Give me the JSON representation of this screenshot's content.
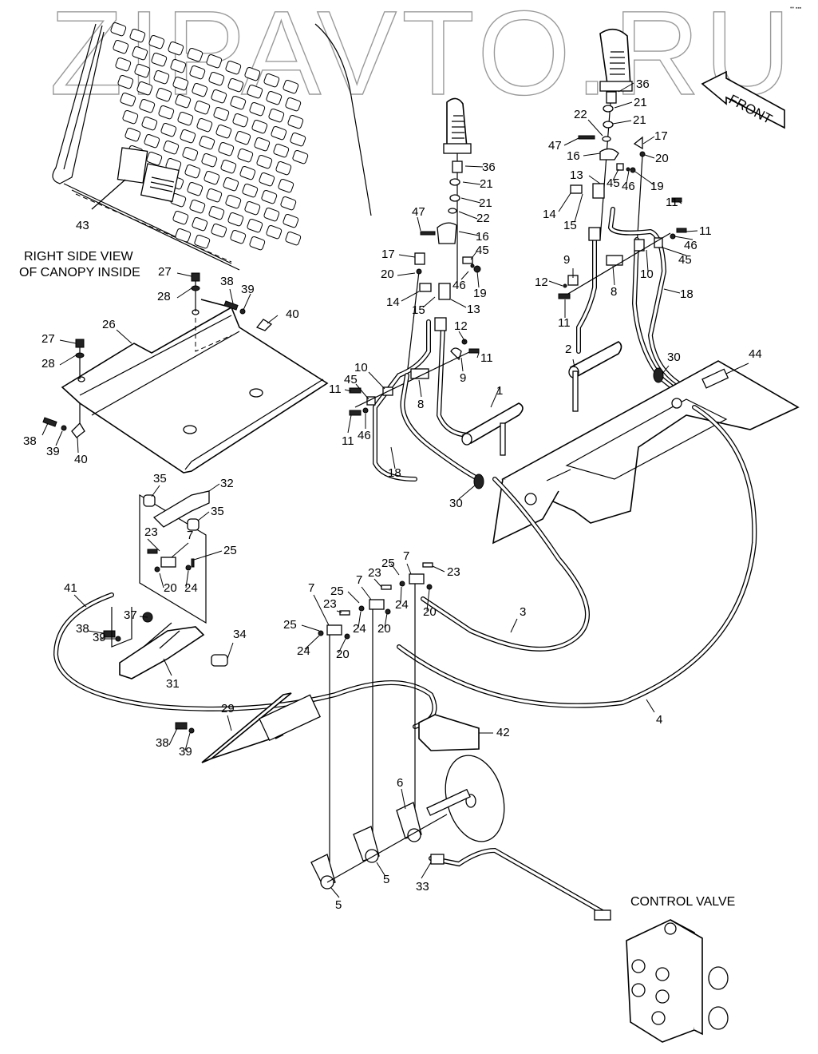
{
  "watermark": "ZIPAVTO.RU",
  "corner_mark": "•• ▪▪▪",
  "captions": {
    "canopy_view": [
      "RIGHT SIDE VIEW",
      "OF CANOPY INSIDE"
    ],
    "control_valve": "CONTROL VALVE",
    "front_arrow": "FRONT"
  },
  "callouts": [
    {
      "id": "c43a",
      "text": "43"
    },
    {
      "id": "c27a",
      "text": "27"
    },
    {
      "id": "c28a",
      "text": "28"
    },
    {
      "id": "c38a",
      "text": "38"
    },
    {
      "id": "c39a",
      "text": "39"
    },
    {
      "id": "c40a",
      "text": "40"
    },
    {
      "id": "c26",
      "text": "26"
    },
    {
      "id": "c27b",
      "text": "27"
    },
    {
      "id": "c28b",
      "text": "28"
    },
    {
      "id": "c38b",
      "text": "38"
    },
    {
      "id": "c39b",
      "text": "39"
    },
    {
      "id": "c40b",
      "text": "40"
    },
    {
      "id": "c36a",
      "text": "36"
    },
    {
      "id": "c21a",
      "text": "21"
    },
    {
      "id": "c21b",
      "text": "21"
    },
    {
      "id": "c22a",
      "text": "22"
    },
    {
      "id": "c47a",
      "text": "47"
    },
    {
      "id": "c16a",
      "text": "16"
    },
    {
      "id": "c17a",
      "text": "17"
    },
    {
      "id": "c45a",
      "text": "45"
    },
    {
      "id": "c20a",
      "text": "20"
    },
    {
      "id": "c46a",
      "text": "46"
    },
    {
      "id": "c19a",
      "text": "19"
    },
    {
      "id": "c14a",
      "text": "14"
    },
    {
      "id": "c15a",
      "text": "15"
    },
    {
      "id": "c13a",
      "text": "13"
    },
    {
      "id": "c12a",
      "text": "12"
    },
    {
      "id": "c11a",
      "text": "11"
    },
    {
      "id": "c9a",
      "text": "9"
    },
    {
      "id": "c10a",
      "text": "10"
    },
    {
      "id": "c45b",
      "text": "45"
    },
    {
      "id": "c8a",
      "text": "8"
    },
    {
      "id": "c11b",
      "text": "11"
    },
    {
      "id": "c11c",
      "text": "11"
    },
    {
      "id": "c46b",
      "text": "46"
    },
    {
      "id": "c1",
      "text": "1"
    },
    {
      "id": "c18a",
      "text": "18"
    },
    {
      "id": "c30a",
      "text": "30"
    },
    {
      "id": "c36b",
      "text": "36"
    },
    {
      "id": "c21c",
      "text": "21"
    },
    {
      "id": "c21d",
      "text": "21"
    },
    {
      "id": "c22b",
      "text": "22"
    },
    {
      "id": "c47b",
      "text": "47"
    },
    {
      "id": "c16b",
      "text": "16"
    },
    {
      "id": "c17b",
      "text": "17"
    },
    {
      "id": "c20b",
      "text": "20"
    },
    {
      "id": "c13b",
      "text": "13"
    },
    {
      "id": "c45c",
      "text": "45"
    },
    {
      "id": "c46c",
      "text": "46"
    },
    {
      "id": "c19b",
      "text": "19"
    },
    {
      "id": "c14b",
      "text": "14"
    },
    {
      "id": "c15b",
      "text": "15"
    },
    {
      "id": "c11d",
      "text": "11"
    },
    {
      "id": "c11e",
      "text": "11"
    },
    {
      "id": "c46d",
      "text": "46"
    },
    {
      "id": "c45d",
      "text": "45"
    },
    {
      "id": "c9b",
      "text": "9"
    },
    {
      "id": "c12b",
      "text": "12"
    },
    {
      "id": "c11f",
      "text": "11"
    },
    {
      "id": "c8b",
      "text": "8"
    },
    {
      "id": "c10b",
      "text": "10"
    },
    {
      "id": "c18b",
      "text": "18"
    },
    {
      "id": "c2",
      "text": "2"
    },
    {
      "id": "c30b",
      "text": "30"
    },
    {
      "id": "c44",
      "text": "44"
    },
    {
      "id": "c35a",
      "text": "35"
    },
    {
      "id": "c32",
      "text": "32"
    },
    {
      "id": "c35b",
      "text": "35"
    },
    {
      "id": "c23a",
      "text": "23"
    },
    {
      "id": "c25a",
      "text": "25"
    },
    {
      "id": "c7a",
      "text": "7"
    },
    {
      "id": "c20c",
      "text": "20"
    },
    {
      "id": "c24a",
      "text": "24"
    },
    {
      "id": "c41",
      "text": "41"
    },
    {
      "id": "c37",
      "text": "37"
    },
    {
      "id": "c34",
      "text": "34"
    },
    {
      "id": "c38c",
      "text": "38"
    },
    {
      "id": "c39c",
      "text": "39"
    },
    {
      "id": "c31",
      "text": "31"
    },
    {
      "id": "c25b",
      "text": "25"
    },
    {
      "id": "c7b",
      "text": "7"
    },
    {
      "id": "c23b",
      "text": "23"
    },
    {
      "id": "c24b",
      "text": "24"
    },
    {
      "id": "c20d",
      "text": "20"
    },
    {
      "id": "c25c",
      "text": "25"
    },
    {
      "id": "c7c",
      "text": "7"
    },
    {
      "id": "c23c",
      "text": "23"
    },
    {
      "id": "c24c",
      "text": "24"
    },
    {
      "id": "c20e",
      "text": "20"
    },
    {
      "id": "c25d",
      "text": "25"
    },
    {
      "id": "c7d",
      "text": "7"
    },
    {
      "id": "c23d",
      "text": "23"
    },
    {
      "id": "c24d",
      "text": "24"
    },
    {
      "id": "c20f",
      "text": "20"
    },
    {
      "id": "c3",
      "text": "3"
    },
    {
      "id": "c4",
      "text": "4"
    },
    {
      "id": "c42",
      "text": "42"
    },
    {
      "id": "c29",
      "text": "29"
    },
    {
      "id": "c38d",
      "text": "38"
    },
    {
      "id": "c39d",
      "text": "39"
    },
    {
      "id": "c6",
      "text": "6"
    },
    {
      "id": "c5a",
      "text": "5"
    },
    {
      "id": "c5b",
      "text": "5"
    },
    {
      "id": "c33",
      "text": "33"
    }
  ]
}
